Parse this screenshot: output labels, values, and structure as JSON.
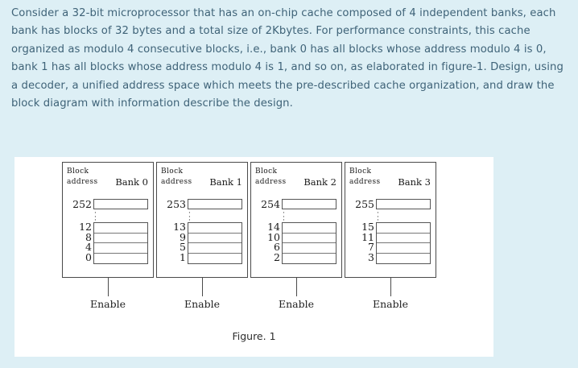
{
  "question": {
    "text": "Consider a 32-bit microprocessor that has an on-chip cache composed of 4 independent banks, each bank has blocks of 32 bytes and a total size of 2Kbytes. For performance constraints, this cache organized as modulo 4 consecutive blocks, i.e., bank 0 has all blocks whose address modulo 4 is 0, bank 1 has all blocks whose address modulo 4 is 1, and so on, as elaborated in figure-1. Design, using a decoder, a unified address space which meets the pre-described cache organization, and draw the block diagram with information describe the design."
  },
  "figure": {
    "caption": "Figure. 1",
    "header_line1": "Block",
    "header_line2": "address",
    "continuation_mark": "·",
    "banks": [
      {
        "name": "Bank 0",
        "top_address": "252",
        "addresses": [
          "12",
          "8",
          "4",
          "0"
        ],
        "enable_label": "Enable"
      },
      {
        "name": "Bank 1",
        "top_address": "253",
        "addresses": [
          "13",
          "9",
          "5",
          "1"
        ],
        "enable_label": "Enable"
      },
      {
        "name": "Bank 2",
        "top_address": "254",
        "addresses": [
          "14",
          "10",
          "6",
          "2"
        ],
        "enable_label": "Enable"
      },
      {
        "name": "Bank 3",
        "top_address": "255",
        "addresses": [
          "15",
          "11",
          "7",
          "3"
        ],
        "enable_label": "Enable"
      }
    ]
  },
  "colors": {
    "background": "#ddeff5",
    "panel": "#ffffff",
    "text": "#3f6378",
    "figure_ink": "#1a1a1a"
  }
}
